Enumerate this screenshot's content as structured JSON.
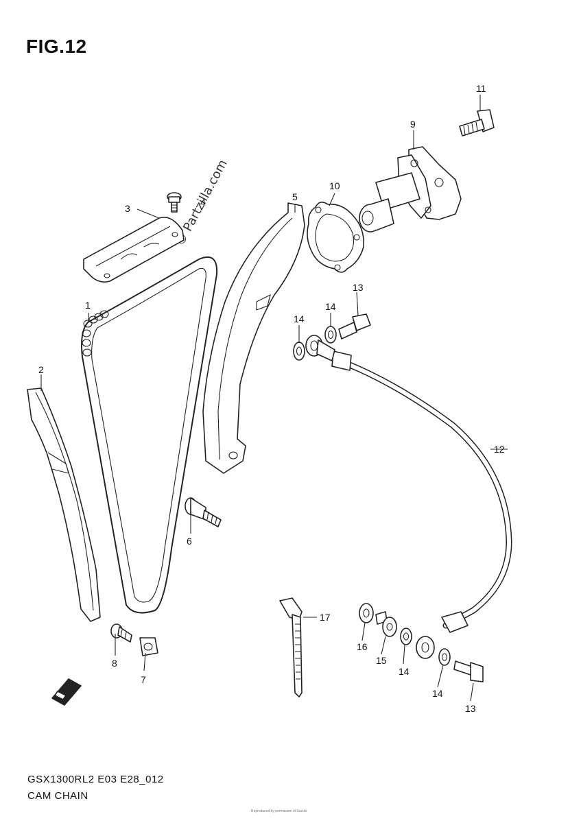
{
  "figure": {
    "title": "FIG.12",
    "model_code": "GSX1300RL2 E03 E28_012",
    "subtitle": "CAM CHAIN",
    "watermark": "© Partzilla.com",
    "copyright": "Reproduced by permission of Suzuki"
  },
  "callouts": [
    {
      "id": "c1",
      "text": "1"
    },
    {
      "id": "c2",
      "text": "2"
    },
    {
      "id": "c3",
      "text": "3"
    },
    {
      "id": "c4",
      "text": "4"
    },
    {
      "id": "c5",
      "text": "5"
    },
    {
      "id": "c6",
      "text": "6"
    },
    {
      "id": "c7",
      "text": "7"
    },
    {
      "id": "c8",
      "text": "8"
    },
    {
      "id": "c9",
      "text": "9"
    },
    {
      "id": "c10",
      "text": "10"
    },
    {
      "id": "c11",
      "text": "11"
    },
    {
      "id": "c12",
      "text": "12"
    },
    {
      "id": "c13a",
      "text": "13"
    },
    {
      "id": "c13b",
      "text": "13"
    },
    {
      "id": "c14a",
      "text": "14"
    },
    {
      "id": "c14b",
      "text": "14"
    },
    {
      "id": "c14c",
      "text": "14"
    },
    {
      "id": "c14d",
      "text": "14"
    },
    {
      "id": "c15",
      "text": "15"
    },
    {
      "id": "c16",
      "text": "16"
    },
    {
      "id": "c17",
      "text": "17"
    }
  ],
  "icons": {
    "front_arrow": "front-direction-arrow-icon"
  }
}
